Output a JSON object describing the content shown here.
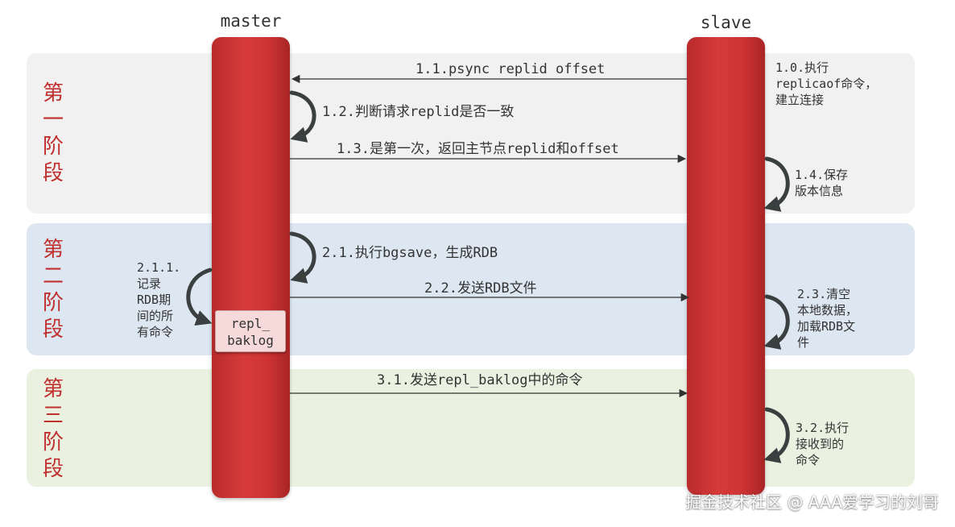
{
  "actors": {
    "master": "master",
    "slave": "slave"
  },
  "phases": [
    {
      "title": "第\n一\n阶\n段",
      "color": "#f1f1f1"
    },
    {
      "title": "第\n二\n阶\n段",
      "color": "#dde7f2"
    },
    {
      "title": "第\n三\n阶\n段",
      "color": "#ebf1e1"
    }
  ],
  "messages": {
    "m1_1": "1.1.psync replid offset",
    "m1_2": "1.2.判断请求replid是否一致",
    "m1_3": "1.3.是第一次，返回主节点replid和offset",
    "m2_1": "2.1.执行bgsave，生成RDB",
    "m2_2": "2.2.发送RDB文件",
    "m3_1": "3.1.发送repl_baklog中的命令"
  },
  "notes": {
    "n1_0": "1.0.执行\nreplicaof命令，\n建立连接",
    "n1_4": "1.4.保存\n版本信息",
    "n2_1_1": "2.1.1.\n记录\nRDB期\n间的所\n有命令",
    "n2_3": "2.3.清空\n本地数据，\n加载RDB文\n件",
    "n3_2": "3.2.执行\n接收到的\n命令"
  },
  "baklog_box": "repl_\nbaklog",
  "watermark": "掘金技术社区 @ AAA爱学习的刘哥",
  "colors": {
    "lifeline": "#d13636",
    "phase_title": "#c0302f",
    "arrow": "#333333",
    "loop_arrow": "#3a4040"
  }
}
